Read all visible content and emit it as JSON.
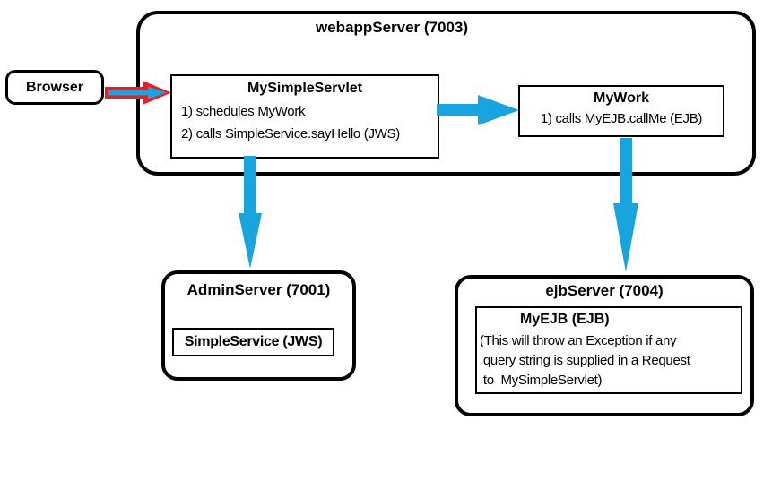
{
  "diagram": {
    "browser": {
      "label": "Browser"
    },
    "webapp_server": {
      "title": "webappServer (7003)",
      "servlet": {
        "title": "MySimpleServlet",
        "lines": [
          "1) schedules MyWork",
          "2) calls SimpleService.sayHello (JWS)"
        ]
      },
      "mywork": {
        "title": "MyWork",
        "lines": [
          "1) calls MyEJB.callMe (EJB)"
        ]
      }
    },
    "admin_server": {
      "title": "AdminServer (7001)",
      "service_label": "SimpleService (JWS)"
    },
    "ejb_server": {
      "title": "ejbServer (7004)",
      "ejb": {
        "title": "MyEJB (EJB)",
        "note": "(This will throw an Exception if any\n query string is supplied in a Request\n to  MySimpleServlet)"
      }
    },
    "colors": {
      "arrow_blue": "#18a4de",
      "arrow_red": "#ec1c24",
      "border": "#000000",
      "background": "#ffffff"
    }
  }
}
